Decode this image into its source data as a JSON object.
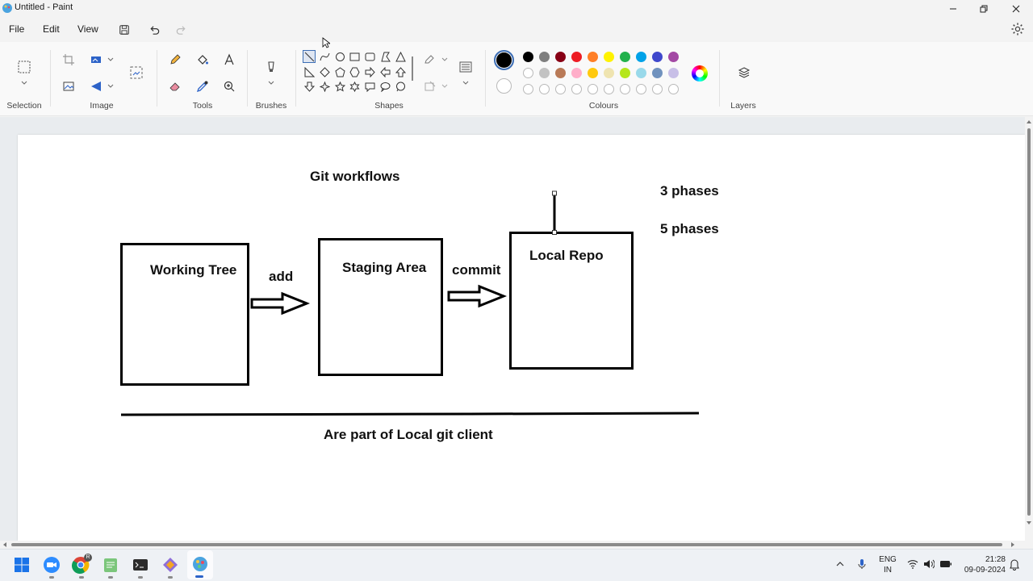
{
  "window": {
    "title": "Untitled - Paint"
  },
  "menu": {
    "file": "File",
    "edit": "Edit",
    "view": "View"
  },
  "ribbon": {
    "selection": "Selection",
    "image": "Image",
    "tools": "Tools",
    "brushes": "Brushes",
    "shapes": "Shapes",
    "colours": "Colours",
    "layers": "Layers"
  },
  "palette": {
    "active": "#000000",
    "row1": [
      "#000000",
      "#7f7f7f",
      "#880015",
      "#ed1c24",
      "#ff7f27",
      "#fff200",
      "#22b14c",
      "#00a2e8",
      "#3f48cc",
      "#a349a4"
    ],
    "row2": [
      "#ffffff",
      "#c3c3c3",
      "#b97a57",
      "#ffaec9",
      "#ffc90e",
      "#efe4b0",
      "#b5e61d",
      "#99d9ea",
      "#7092be",
      "#c8bfe7"
    ]
  },
  "drawing": {
    "title": "Git workflows",
    "phase3": "3 phases",
    "phase5": "5 phases",
    "box1": "Working Tree",
    "box2": "Staging Area",
    "box3": "Local Repo",
    "arrow1": "add",
    "arrow2": "commit",
    "footer": "Are part of Local git client"
  },
  "taskbar": {
    "lang1": "ENG",
    "lang2": "IN",
    "time": "21:28",
    "date": "09-09-2024"
  }
}
